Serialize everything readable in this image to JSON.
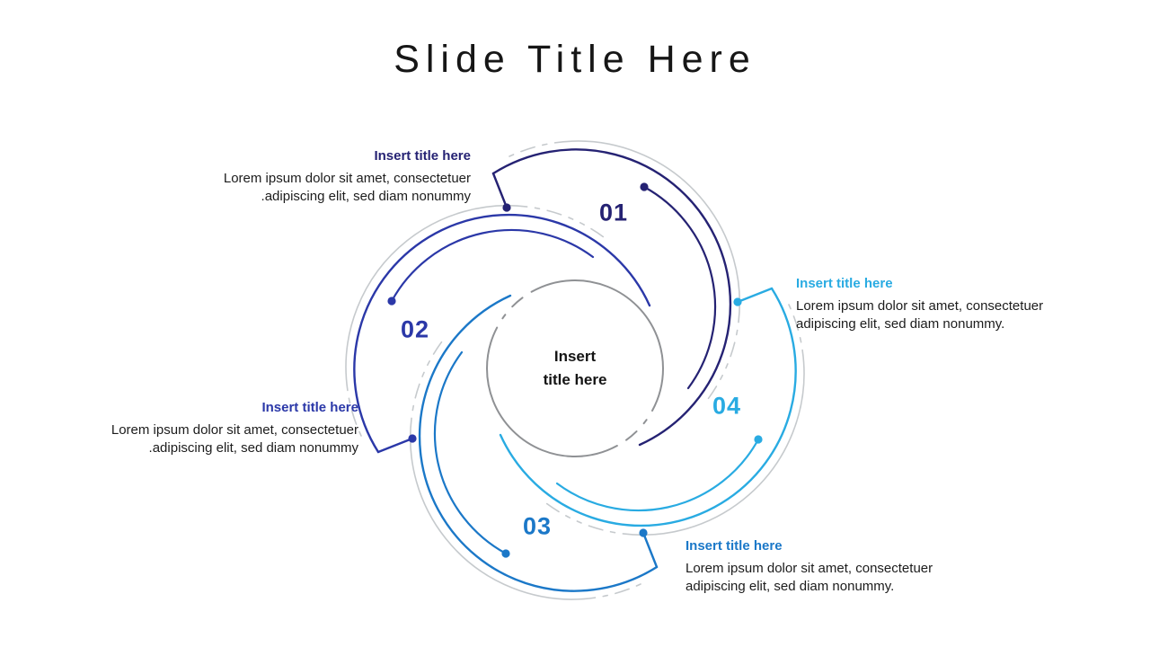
{
  "slide_title": "Slide Title Here",
  "center_label": {
    "line1": "Insert",
    "line2": "title here"
  },
  "items": [
    {
      "number": "01",
      "title": "Insert title here",
      "body_line1": "Lorem ipsum dolor sit amet, consectetuer",
      "body_line2": "adipiscing elit, sed diam nonummy.",
      "color": "#252273"
    },
    {
      "number": "02",
      "title": "Insert title here",
      "body_line1": "Lorem ipsum dolor sit amet, consectetuer",
      "body_line2": "adipiscing elit, sed diam nonummy.",
      "color": "#2b38a8"
    },
    {
      "number": "03",
      "title": "Insert title here",
      "body_line1": "Lorem ipsum dolor sit amet, consectetuer",
      "body_line2": "adipiscing elit, sed diam nonummy.",
      "color": "#1b78c8"
    },
    {
      "number": "04",
      "title": "Insert title here",
      "body_line1": "Lorem ipsum dolor sit amet, consectetuer",
      "body_line2": "adipiscing elit, sed diam nonummy.",
      "color": "#29abe2"
    }
  ],
  "decor_colors": {
    "center_circle": "#8f9194",
    "echo_arcs": "#c6cacd",
    "title_text": "#161616",
    "body_text": "#1c1c1c"
  }
}
